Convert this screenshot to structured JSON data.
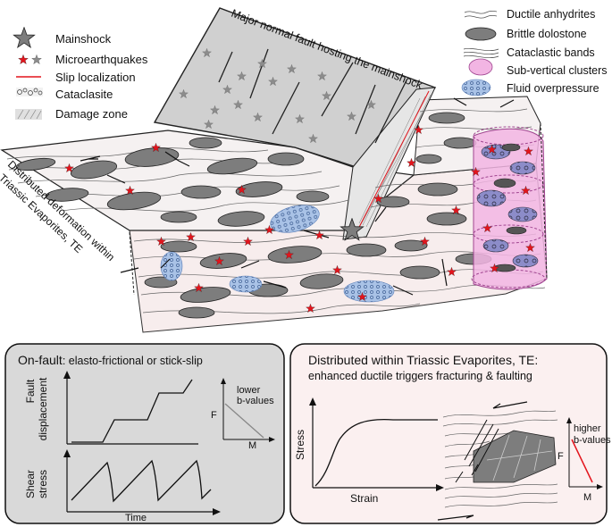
{
  "block": {
    "fault_title": "Major normal fault hosting the mainshock",
    "side_label_line1": "Distributed deformation within",
    "side_label_line2": "Triassic Evaporites, TE"
  },
  "legend_left": [
    {
      "icon": "big-star-icon",
      "text": "Mainshock"
    },
    {
      "icon": "small-stars-icon",
      "text": "Microearthquakes"
    },
    {
      "icon": "red-line-icon",
      "text": "Slip localization"
    },
    {
      "icon": "cataclasite-icon",
      "text": "Cataclasite"
    },
    {
      "icon": "damage-zone-icon",
      "text": "Damage zone"
    }
  ],
  "legend_right": [
    {
      "icon": "wavy-lines-icon",
      "text": "Ductile anhydrites"
    },
    {
      "icon": "dolostone-lens-icon",
      "text": "Brittle dolostone"
    },
    {
      "icon": "cataclastic-bands-icon",
      "text": "Cataclastic bands"
    },
    {
      "icon": "pink-cluster-icon",
      "text": "Sub-vertical clusters"
    },
    {
      "icon": "fluid-blob-icon",
      "text": "Fluid overpressure"
    }
  ],
  "colors": {
    "star_red": "#e3141c",
    "star_grey": "#8c8c8c",
    "dolostone": "#7d7d7d",
    "fluid": "#9fb9e0",
    "cluster_pink": "#f2b5e3",
    "left_panel_bg": "#d9d9d9",
    "right_panel_bg": "#fbf0f0"
  },
  "panel_left": {
    "title_bold": "On-fault",
    "title_rest": ": elasto-frictional or stick-slip",
    "plot1_ylabel_line1": "Fault",
    "plot1_ylabel_line2": "displacement",
    "plot2_ylabel_line1": "Shear",
    "plot2_ylabel_line2": "stress",
    "xlabel": "Time",
    "inset_text_line1": "lower",
    "inset_text_line2": "b-values",
    "inset_ylabel": "F",
    "inset_xlabel": "M"
  },
  "panel_right": {
    "title_line1": "Distributed within Triassic Evaporites, TE:",
    "title_line2": "enhanced ductile triggers fracturing & faulting",
    "ylabel": "Stress",
    "xlabel": "Strain",
    "inset_text_line1": "higher",
    "inset_text_line2": "b-values",
    "inset_ylabel": "F",
    "inset_xlabel": "M"
  }
}
